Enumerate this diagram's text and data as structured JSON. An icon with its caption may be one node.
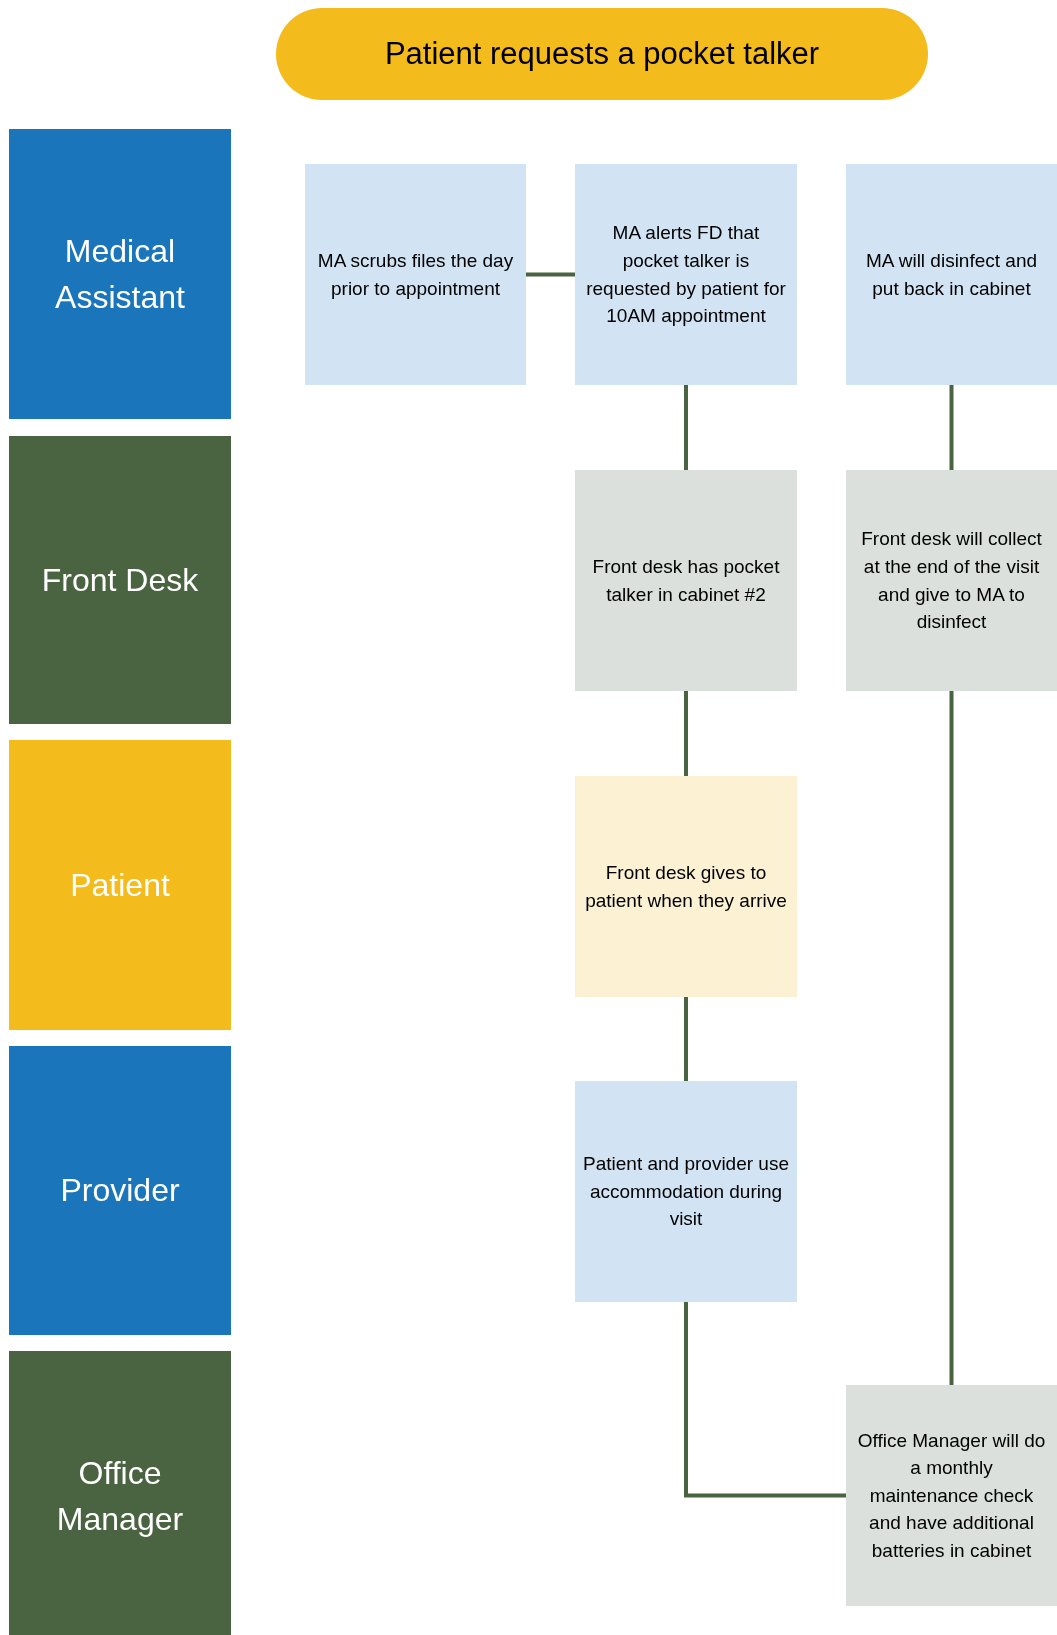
{
  "diagram": {
    "nodes": [
      {
        "text": [
          "Patient requests a pocket talker"
        ]
      },
      {
        "text": [
          "Medical Assistant"
        ]
      },
      {
        "text": [
          "Front Desk"
        ]
      },
      {
        "text": [
          "Patient"
        ]
      },
      {
        "text": [
          "Provider"
        ]
      },
      {
        "text": [
          "Office Manager"
        ]
      },
      {
        "text": [
          "MA scrubs files the day prior to appointment"
        ]
      },
      {
        "text": [
          "MA alerts FD that pocket talker is requested by patient for 10AM appointment"
        ]
      },
      {
        "text": [
          "MA will disinfect and put back in cabinet"
        ]
      },
      {
        "text": [
          "Front desk has pocket talker in cabinet #2"
        ]
      },
      {
        "text": [
          "Front desk will collect at the end of the visit and give to MA to disinfect"
        ]
      },
      {
        "text": [
          "Front desk gives to patient when they arrive"
        ]
      },
      {
        "text": [
          "Patient and provider use accommodation during visit"
        ]
      },
      {
        "text": [
          "Office Manager will do a monthly maintenance check and have additional batteries in cabinet"
        ]
      }
    ],
    "edges": [
      {
        "from": 6,
        "to": 7,
        "arrow": "none"
      },
      {
        "from": 7,
        "to": 9,
        "arrow": "none"
      },
      {
        "from": 9,
        "to": 11,
        "arrow": "none"
      },
      {
        "from": 11,
        "to": 12,
        "arrow": "none"
      },
      {
        "from": 12,
        "to": 13,
        "arrow": "none"
      },
      {
        "from": 13,
        "to": 10,
        "arrow": "none"
      },
      {
        "from": 10,
        "to": 8,
        "arrow": "none"
      }
    ]
  }
}
